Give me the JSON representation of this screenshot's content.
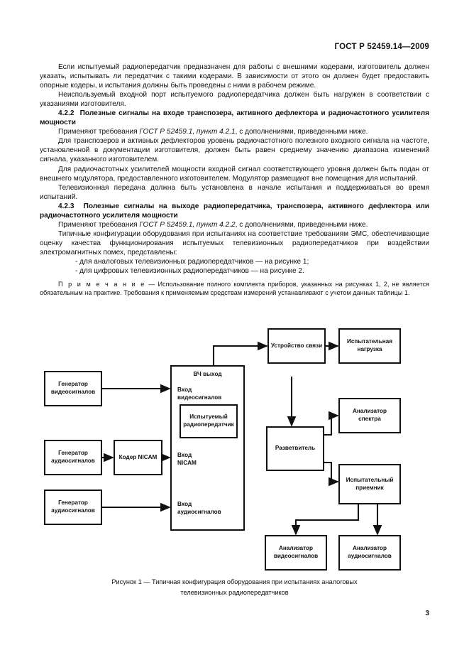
{
  "header": {
    "standard_code": "ГОСТ Р 52459.14—2009"
  },
  "page_number": "3",
  "body": {
    "p1": "Если испытуемый радиопередатчик предназначен для работы с внешними кодерами, изготовитель должен указать, испытывать ли передатчик с такими кодерами. В зависимости от этого он должен будет предоставить опорные кодеры, и испытания должны быть проведены с ними в рабочем режиме.",
    "p2": "Неиспользуемый входной порт испытуемого радиопередатчика должен быть нагружен в соответствии с указаниями изготовителя.",
    "h422_num": "4.2.2",
    "h422_text": "Полезные сигналы на входе транспозера, активного дефлектора и радиочастотного усилителя мощности",
    "p3_prefix": "Применяют требования ",
    "p3_italic": "ГОСТ Р 52459.1, пункт 4.2.1",
    "p3_suffix": ", с дополнениями, приведенными ниже.",
    "p4": "Для транспозеров и активных дефлекторов уровень радиочастотного полезного входного сигнала на частоте, установленной в документации изготовителя, должен быть равен среднему значению диапазона изменений сигнала, указанного изготовителем.",
    "p5": "Для радиочастотных усилителей мощности входной сигнал соответствующего уровня должен быть подан от внешнего модулятора, предоставленного изготовителем. Модулятор размещают вне помещения для испытаний.",
    "p6": "Телевизионная передача должна быть установлена в начале испытания и поддерживаться во время испытаний.",
    "h423_num": "4.2.3",
    "h423_text": "Полезные сигналы на выходе радиопередатчика, транспозера, активного дефлектора или радиочастотного усилителя мощности",
    "p7_prefix": "Применяют требования ",
    "p7_italic": "ГОСТ Р 52459.1, пункт 4.2.2",
    "p7_suffix": ", с дополнениями, приведенными ниже.",
    "p8": "Типичные конфигурации оборудования при испытаниях на соответствие требованиям ЭМС, обеспечивающие оценку качества функционирования испытуемых телевизионных радиопередатчиков при воздействии электромагнитных помех, представлены:",
    "list_item_1": "-  для аналоговых телевизионных радиопередатчиков — на рисунке 1;",
    "list_item_2": "-  для цифровых телевизионных радиопередатчиков — на рисунке 2.",
    "note_label": "П р и м е ч а н и е",
    "note_text": " — Использование полного комплекта приборов, указанных на рисунках 1, 2, не является обязательным на практике. Требования к применяемым средствам измерений устанавливают с учетом данных таблицы 1."
  },
  "figure": {
    "caption_line1": "Рисунок 1 — Типичная конфигурация оборудования при испытаниях аналоговых",
    "caption_line2": "телевизионных радиопередатчиков",
    "nodes": {
      "video_generator": "Генератор\nвидеосигналов",
      "audio_generator_1": "Генератор\nаудиосигналов",
      "nicam_coder": "Кодер\nNICAM",
      "audio_generator_2": "Генератор\nаудиосигналов",
      "transmitter_outer_rf_label": "ВЧ выход",
      "transmitter_port_video": "Вход\nвидеосигналов",
      "transmitter_inner": "Испытуемый\nрадиопередатчик",
      "transmitter_port_nicam": "Вход\nNICAM",
      "transmitter_port_audio": "Вход\nаудиосигналов",
      "coupling_device": "Устройство\nсвязи",
      "test_load": "Испытательная\nнагрузка",
      "spectrum_analyzer": "Анализатор\nспектра",
      "splitter": "Разветвитель",
      "test_receiver": "Испытательный\nприемник",
      "video_analyzer": "Анализатор\nвидеосигналов",
      "audio_analyzer": "Анализатор\nаудиосигналов"
    }
  },
  "colors": {
    "ink": "#111111",
    "paper": "#ffffff"
  }
}
